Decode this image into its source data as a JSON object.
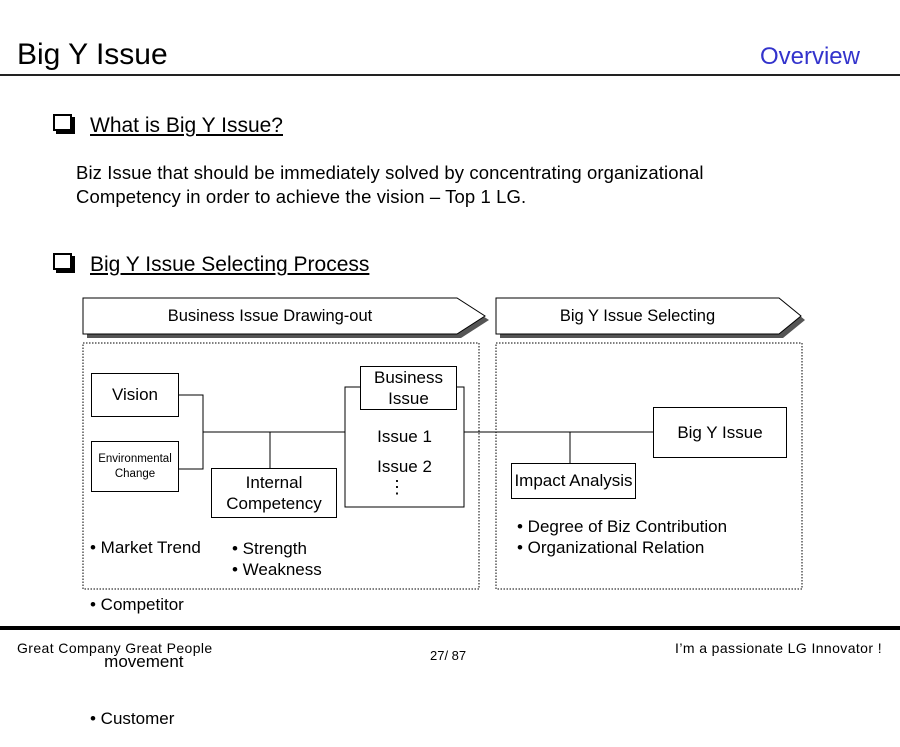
{
  "header": {
    "title": "Big Y Issue",
    "section": "Overview"
  },
  "section1": {
    "heading": "What is Big Y Issue?",
    "description_line1": "Biz Issue that should be immediately solved by concentrating organizational",
    "description_line2": "Competency in order to achieve the vision – Top 1 LG."
  },
  "section2": {
    "heading": "Big Y Issue Selecting Process"
  },
  "diagram": {
    "stage1_label": "Business  Issue  Drawing-out",
    "stage2_label": "Big Y Issue  Selecting",
    "vision": "Vision",
    "environmental_line1": "Environmental",
    "environmental_line2": "Change",
    "internal_line1": "Internal",
    "internal_line2": "Competency",
    "business_issue_line1": "Business",
    "business_issue_line2": "Issue",
    "issue1": "Issue 1",
    "issue2": "Issue 2",
    "issue_more": "⋮",
    "impact_analysis": "Impact Analysis",
    "big_y_issue": "Big Y  Issue",
    "env_bullets": [
      "• Market Trend",
      "• Competitor",
      "   movement",
      "• Customer"
    ],
    "internal_bullets": [
      "• Strength",
      "• Weakness"
    ],
    "impact_bullets": [
      "• Degree of Biz Contribution",
      "• Organizational Relation"
    ]
  },
  "footer": {
    "left": "Great Company  Great People",
    "page": "27/ 87",
    "right": "I’m a passionate LG Innovator !"
  }
}
